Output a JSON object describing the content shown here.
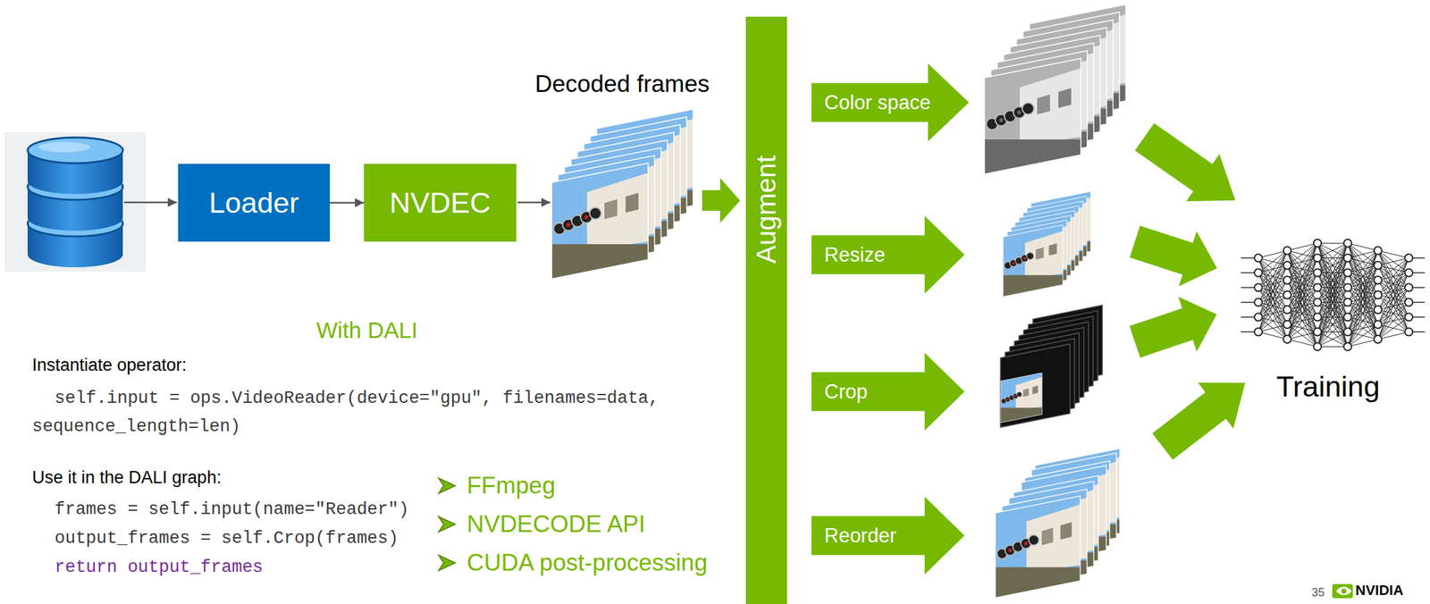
{
  "diagram": {
    "nodes": [
      {
        "text": [
          "Loader"
        ]
      },
      {
        "text": [
          "NVDEC"
        ]
      },
      {
        "text": [
          "Augment"
        ]
      },
      {
        "text": [
          "Color space"
        ]
      },
      {
        "text": [
          "Resize"
        ]
      },
      {
        "text": [
          "Crop"
        ]
      },
      {
        "text": [
          "Reorder"
        ]
      }
    ],
    "edges": [
      {
        "from": 0,
        "to": 1,
        "arrow": "to"
      }
    ],
    "labels": [
      "Decoded frames",
      "With DALI",
      "Instantiate operator:",
      "self.input = ops.VideoReader(device=\"gpu\", filenames=data, sequence_length=len)",
      "Use it in the DALI graph:",
      "frames = self.input(name=\"Reader\")",
      "output_frames = self.Crop(frames)",
      "return output_frames",
      "FFmpeg",
      "NVDECODE API",
      "CUDA post-processing",
      "Training",
      "35",
      "NVIDIA"
    ]
  }
}
